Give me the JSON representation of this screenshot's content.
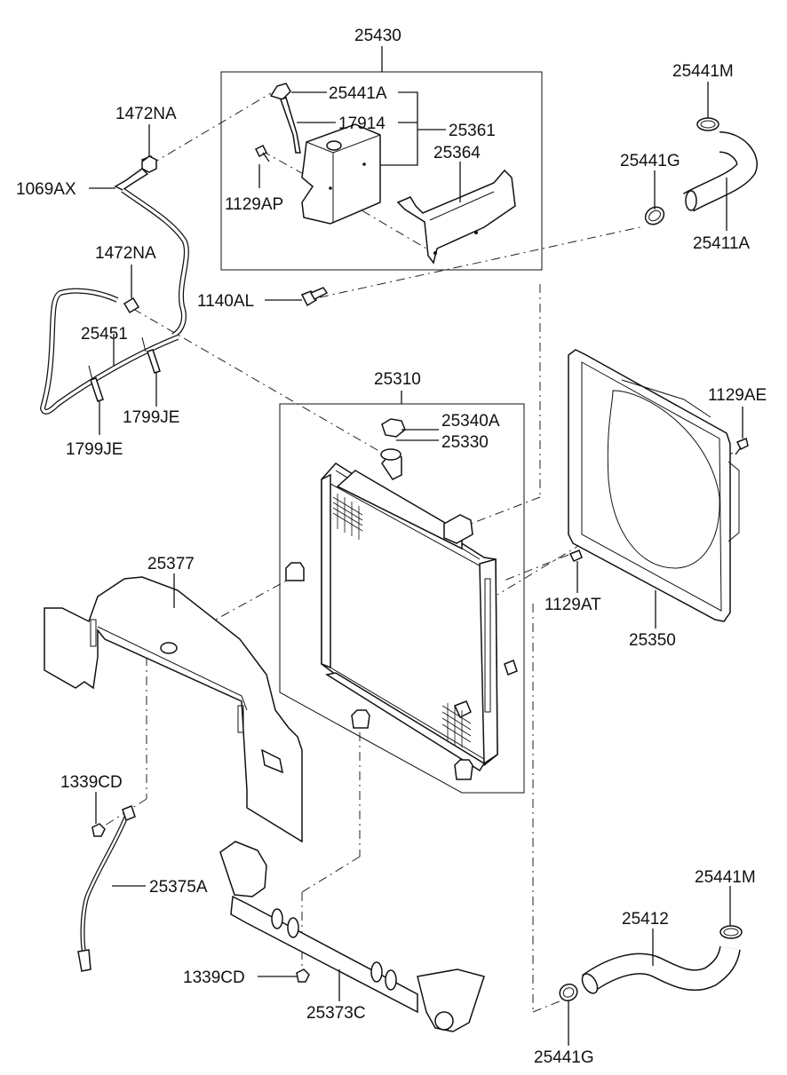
{
  "diagram": {
    "type": "exploded-parts-diagram",
    "part_numbers": {
      "p25430": "25430",
      "p25441A": "25441A",
      "p17914": "17914",
      "p25361": "25361",
      "p25364": "25364",
      "p1129AP": "1129AP",
      "p1472NA_top": "1472NA",
      "p1069AX": "1069AX",
      "p1472NA_mid": "1472NA",
      "p25451": "25451",
      "p1799JE_right": "1799JE",
      "p1799JE_left": "1799JE",
      "p1140AL": "1140AL",
      "p25441M_top": "25441M",
      "p25441G_top": "25441G",
      "p25411A": "25411A",
      "p25310": "25310",
      "p25340A": "25340A",
      "p25330": "25330",
      "p1129AE": "1129AE",
      "p1129AT": "1129AT",
      "p25350": "25350",
      "p25377": "25377",
      "p1339CD_left": "1339CD",
      "p25375A": "25375A",
      "p1339CD_bottom": "1339CD",
      "p25373C": "25373C",
      "p25441M_bottom": "25441M",
      "p25412": "25412",
      "p25441G_bottom": "25441G"
    },
    "icons": [
      "reservoir-tank",
      "radiator",
      "fan-shroud",
      "upper-hose",
      "lower-hose",
      "radiator-cap",
      "clamp",
      "bolt",
      "nut",
      "bracket",
      "crossmember",
      "splash-guard",
      "overflow-hose",
      "ground-strap"
    ]
  }
}
